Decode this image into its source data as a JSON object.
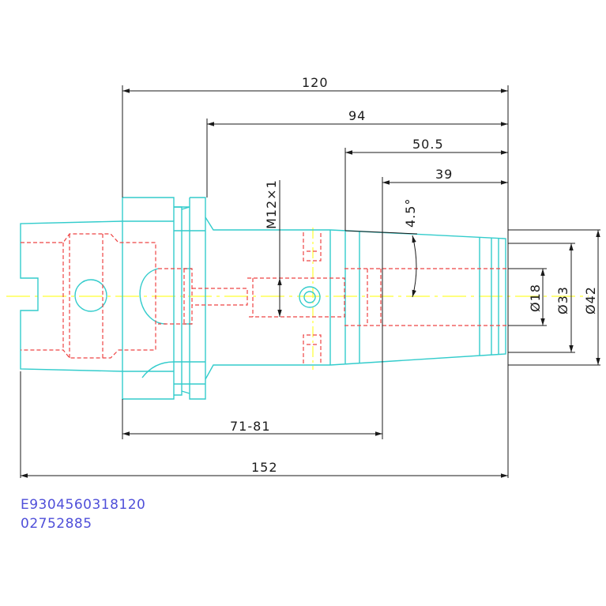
{
  "dimensions": {
    "overall_length": "120",
    "d94": "94",
    "d50_5": "50.5",
    "d39": "39",
    "length_range": "71-81",
    "total_length": "152",
    "thread": "M12×1",
    "taper_angle": "4.5°",
    "dia_18": "Ø18",
    "dia_33": "Ø33",
    "dia_42": "Ø42"
  },
  "codes": {
    "line1": "E9304560318120",
    "line2": "02752885"
  },
  "colors": {
    "outline": "#33cccc",
    "hidden": "#ee4444",
    "dimension": "#1a1a1a",
    "centerline": "#ffff33",
    "code_text": "#4f4fd9"
  }
}
